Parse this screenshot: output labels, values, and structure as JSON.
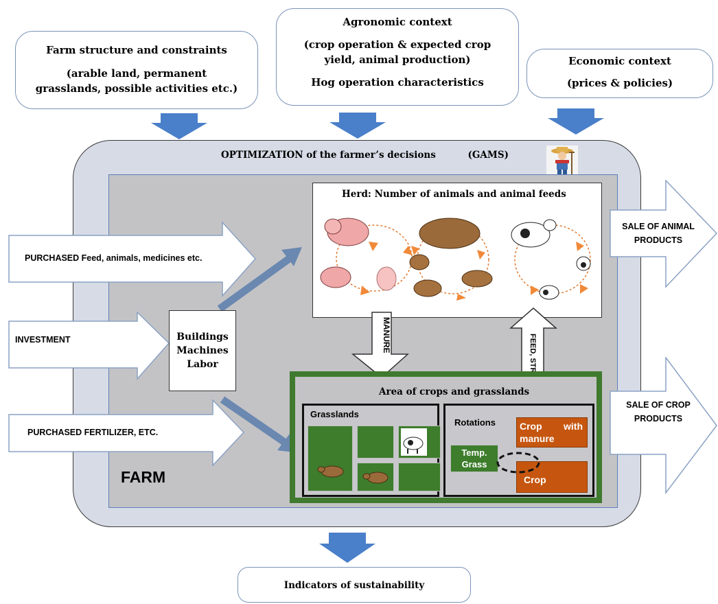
{
  "top_boxes": {
    "farm_structure": {
      "title": "Farm structure and constraints",
      "detail_1": "(arable land, permanent",
      "detail_2": "grasslands, possible activities etc.)"
    },
    "agronomic": {
      "title": "Agronomic context",
      "detail_1": "(crop operation & expected crop",
      "detail_2": "yield, animal production)",
      "detail_3": "Hog operation characteristics"
    },
    "economic": {
      "title": "Economic context",
      "detail_1": "(prices & policies)"
    }
  },
  "optimization": {
    "label": "OPTIMIZATION of the farmer’s decisions",
    "tool": "(GAMS)"
  },
  "herd": {
    "title": "Herd: Number of animals and animal feeds"
  },
  "inputs": {
    "purchased_feed": "PURCHASED Feed, animals, medicines etc.",
    "investment": "INVESTMENT",
    "purchased_fertilizer": "PURCHASED FERTILIZER, ETC."
  },
  "resources": {
    "line_1": "Buildings",
    "line_2": "Machines",
    "line_3": "Labor"
  },
  "flows": {
    "manure": "MANURE",
    "feed_straw": "FEED, STRAW"
  },
  "outputs": {
    "animal_1": "SALE OF ANIMAL",
    "animal_2": "PRODUCTS",
    "crop_1": "SALE OF CROP",
    "crop_2": "PRODUCTS"
  },
  "area": {
    "title": "Area of crops and grasslands",
    "grasslands": "Grasslands",
    "rotations": "Rotations",
    "crop_manure_1": "Crop",
    "crop_manure_2": "with",
    "crop_manure_3": "manure",
    "temp_grass_1": "Temp.",
    "temp_grass_2": "Grass",
    "crop": "Crop"
  },
  "farm_label": "FARM",
  "bottom": {
    "label": "Indicators of sustainability"
  },
  "colors": {
    "arrow_blue": "#4a7fc9",
    "grass_green": "#3d7d2c",
    "crop_orange": "#c6560f",
    "outer_bg": "#d6dbe6",
    "inner_bg": "#c3c3c6"
  }
}
